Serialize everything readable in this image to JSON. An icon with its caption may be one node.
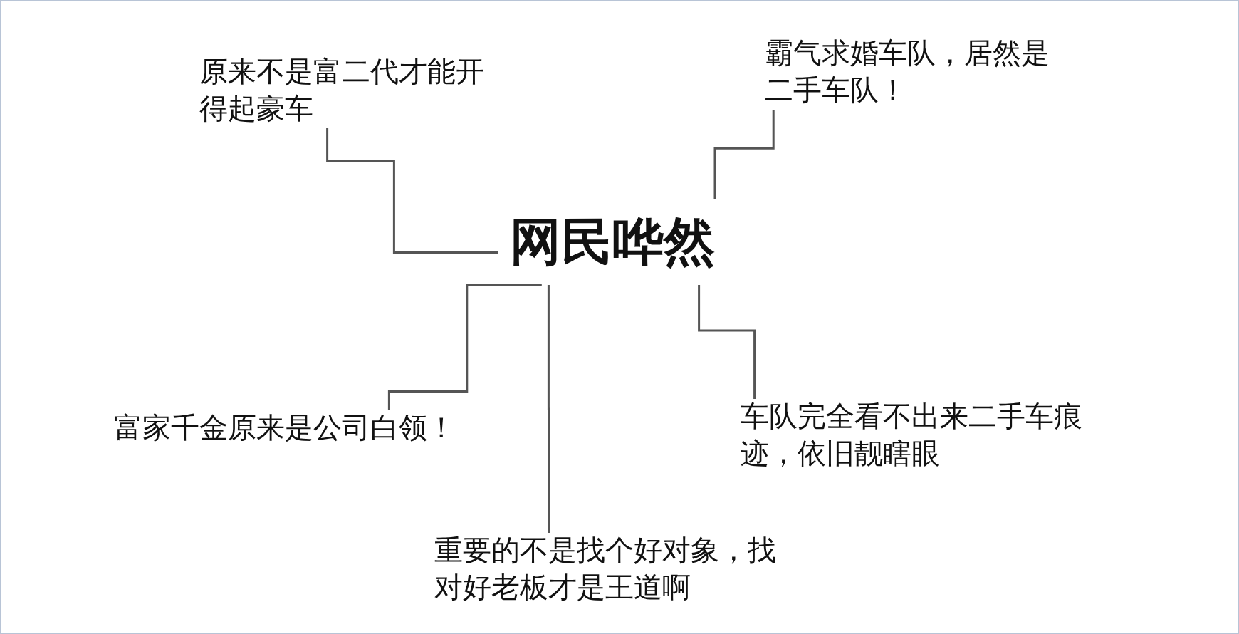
{
  "diagram": {
    "nodes": [
      {
        "text": [
          "网民哗然"
        ]
      },
      {
        "text": [
          "原来不是富二代才能开得起豪车"
        ]
      },
      {
        "text": [
          "霸气求婚车队，居然是二手车队！"
        ]
      },
      {
        "text": [
          "富家千金原来是公司白领！"
        ]
      },
      {
        "text": [
          "重要的不是找个好对象，找对好老板才是王道啊"
        ]
      },
      {
        "text": [
          "车队完全看不出来二手车痕迹，依旧靓瞎眼"
        ]
      }
    ],
    "edges": [
      {
        "from": 0,
        "to": 1,
        "arrow": "none"
      },
      {
        "from": 0,
        "to": 2,
        "arrow": "none"
      },
      {
        "from": 0,
        "to": 3,
        "arrow": "none"
      },
      {
        "from": 0,
        "to": 4,
        "arrow": "none"
      },
      {
        "from": 0,
        "to": 5,
        "arrow": "none"
      }
    ]
  }
}
